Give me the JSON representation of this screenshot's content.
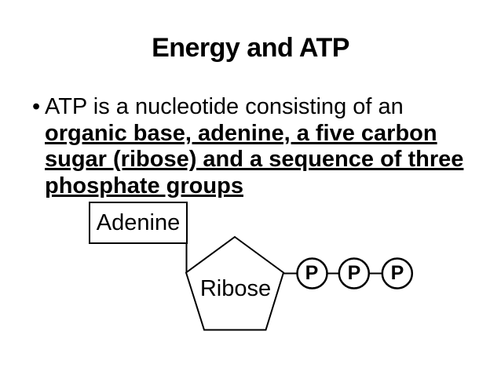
{
  "slide": {
    "title": "Energy and ATP",
    "bullet": {
      "marker": "•",
      "intro_line": "ATP is a nucleotide consisting of an",
      "emphasis_lines": [
        "organic base, adenine, a five carbon",
        "sugar (ribose) and a sequence of three",
        "phosphate groups"
      ]
    },
    "diagram": {
      "adenine_label": "Adenine",
      "ribose_label": "Ribose",
      "phosphate_labels": [
        "P",
        "P",
        "P"
      ]
    },
    "colors": {
      "background": "#ffffff",
      "ink": "#000000"
    }
  }
}
